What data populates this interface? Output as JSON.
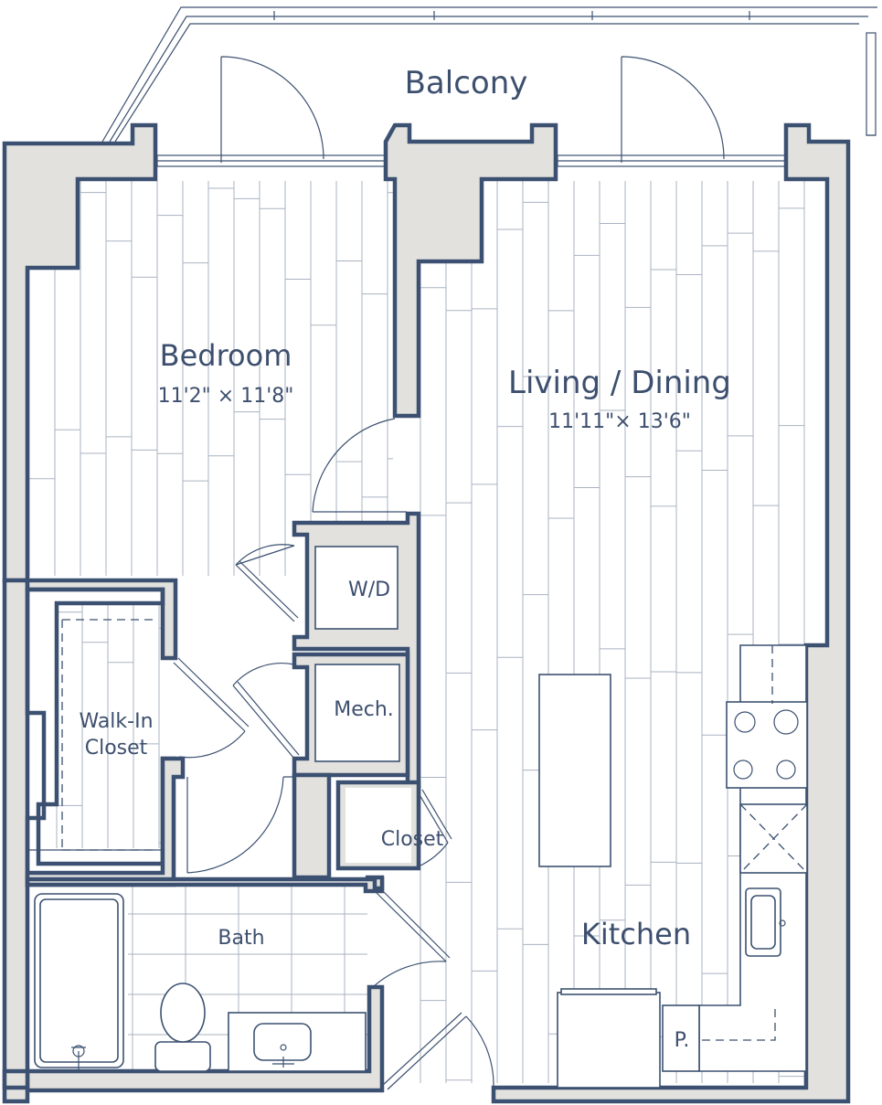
{
  "rooms": {
    "balcony": "Balcony",
    "bedroom": "Bedroom",
    "bedroom_dim": "11'2\" × 11'8\"",
    "living": "Living / Dining",
    "living_dim": "11'11\"× 13'6\"",
    "wd": "W/D",
    "mech": "Mech.",
    "walkin_1": "Walk-In",
    "walkin_2": "Closet",
    "closet": "Closet",
    "bath": "Bath",
    "kitchen": "Kitchen",
    "pantry": "P."
  },
  "colors": {
    "wall_stroke": "#3c5171",
    "wall_fill": "#e2e1dd",
    "text": "#3d4f6e",
    "plank": "#aab3c2"
  }
}
